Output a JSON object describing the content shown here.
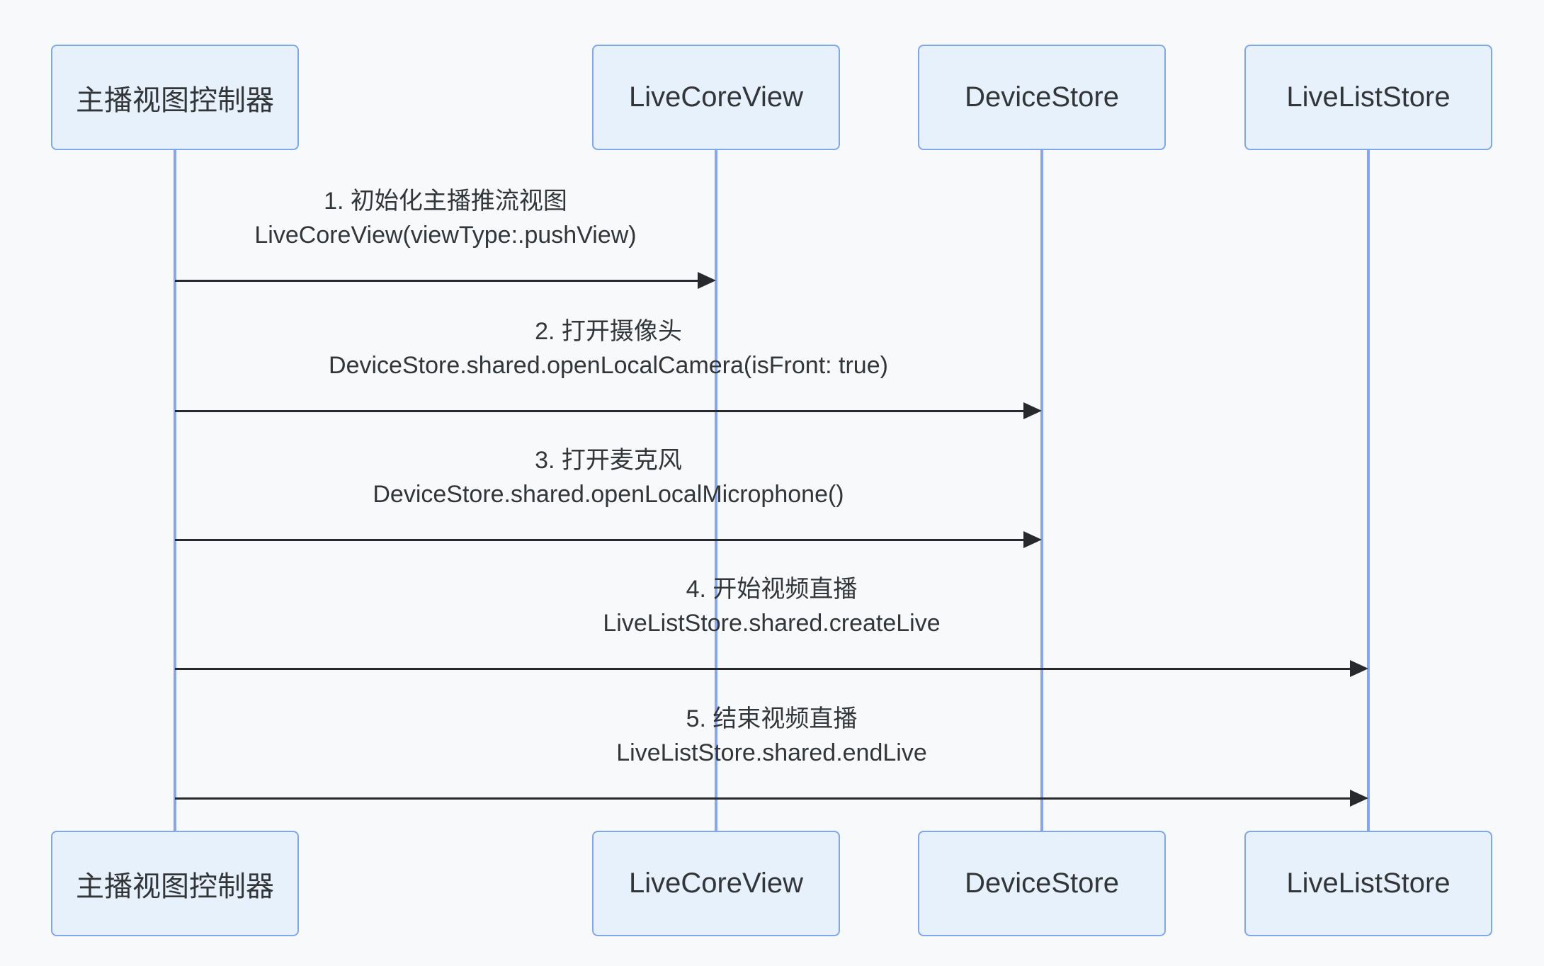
{
  "diagram": {
    "type": "sequence",
    "actors": [
      {
        "id": "anchor-view-controller",
        "label": "主播视图控制器"
      },
      {
        "id": "live-core-view",
        "label": "LiveCoreView"
      },
      {
        "id": "device-store",
        "label": "DeviceStore"
      },
      {
        "id": "live-list-store",
        "label": "LiveListStore"
      }
    ],
    "messages": [
      {
        "from": "anchor-view-controller",
        "to": "live-core-view",
        "title": "1. 初始化主播推流视图",
        "code": "LiveCoreView(viewType:.pushView)"
      },
      {
        "from": "anchor-view-controller",
        "to": "device-store",
        "title": "2. 打开摄像头",
        "code": "DeviceStore.shared.openLocalCamera(isFront: true)"
      },
      {
        "from": "anchor-view-controller",
        "to": "device-store",
        "title": "3. 打开麦克风",
        "code": "DeviceStore.shared.openLocalMicrophone()"
      },
      {
        "from": "anchor-view-controller",
        "to": "live-list-store",
        "title": "4. 开始视频直播",
        "code": "LiveListStore.shared.createLive"
      },
      {
        "from": "anchor-view-controller",
        "to": "live-list-store",
        "title": "5. 结束视频直播",
        "code": "LiveListStore.shared.endLive"
      }
    ],
    "colors": {
      "background": "#f8f9fa",
      "actor_fill": "#e6f1fc",
      "actor_border": "#7fa7eb",
      "lifeline": "#86a5f2",
      "arrow": "#27292c",
      "text": "#333639"
    }
  }
}
